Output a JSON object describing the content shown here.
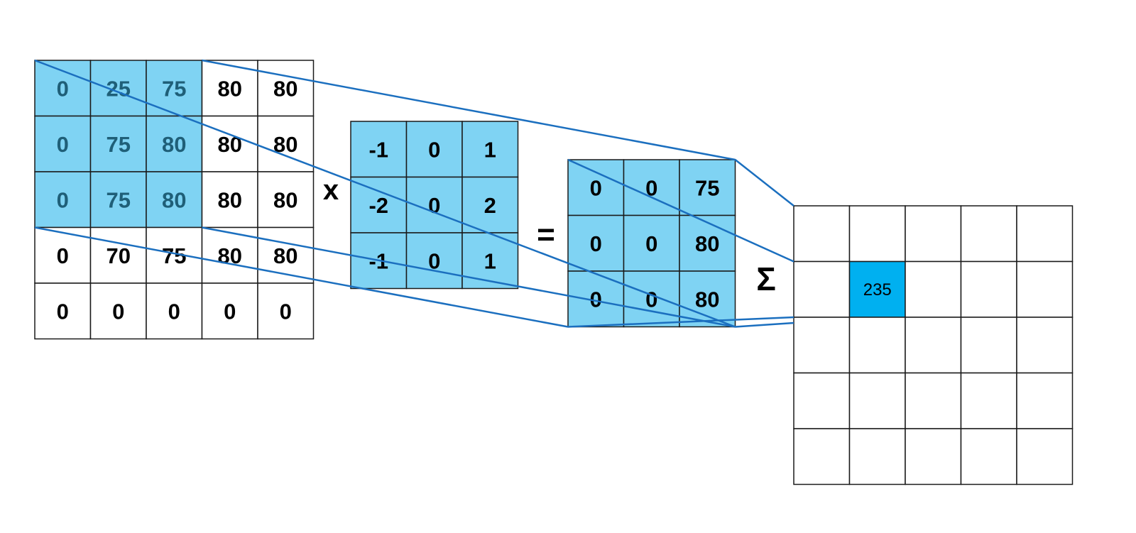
{
  "input_matrix": [
    [
      "0",
      "25",
      "75",
      "80",
      "80"
    ],
    [
      "0",
      "75",
      "80",
      "80",
      "80"
    ],
    [
      "0",
      "75",
      "80",
      "80",
      "80"
    ],
    [
      "0",
      "70",
      "75",
      "80",
      "80"
    ],
    [
      "0",
      "0",
      "0",
      "0",
      "0"
    ]
  ],
  "kernel_matrix": [
    [
      "-1",
      "0",
      "1"
    ],
    [
      "-2",
      "0",
      "2"
    ],
    [
      "-1",
      "0",
      "1"
    ]
  ],
  "product_matrix": [
    [
      "0",
      "0",
      "75"
    ],
    [
      "0",
      "0",
      "80"
    ],
    [
      "0",
      "0",
      "80"
    ]
  ],
  "output_value": "235",
  "output_position": {
    "row": 1,
    "col": 1
  },
  "highlight_window": {
    "rows": 3,
    "cols": 3
  },
  "operators": {
    "multiply": "x",
    "equals": "=",
    "sum": "Σ"
  },
  "colors": {
    "highlight": "#7fd3f3",
    "output_fill": "#00b0f0",
    "connector": "#1b6fbf",
    "grid": "#1a1a1a",
    "highlight_text": "#1f5f78"
  }
}
